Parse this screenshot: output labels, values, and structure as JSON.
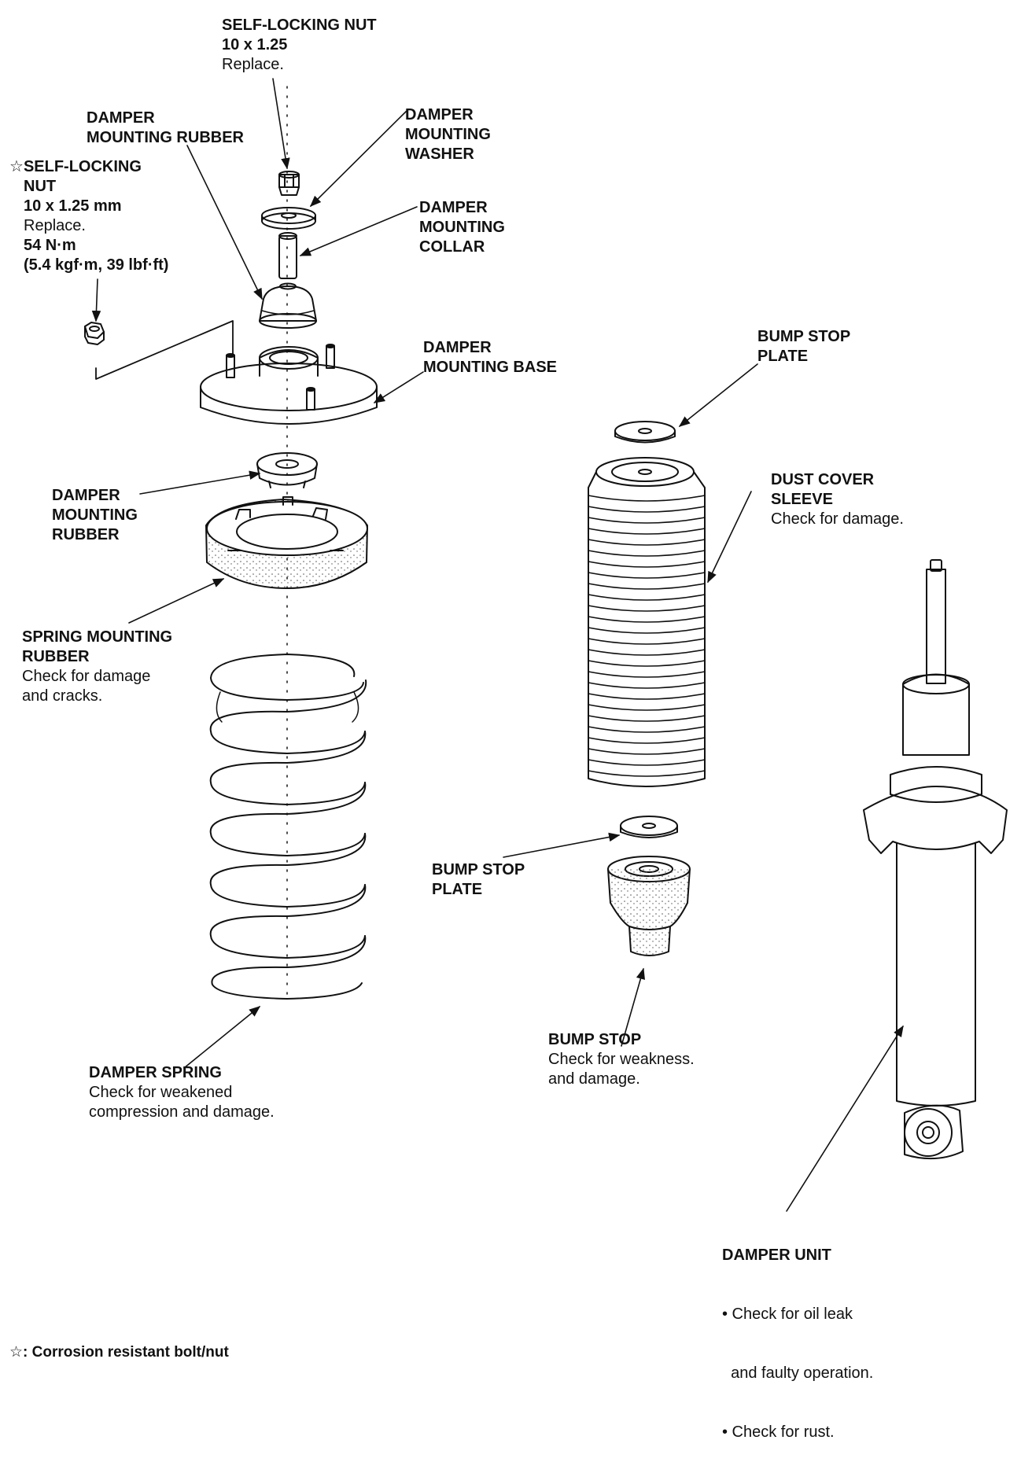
{
  "labels": {
    "top_nut": {
      "title": [
        "SELF-LOCKING NUT",
        "10 x 1.25"
      ],
      "notes": [
        "Replace."
      ]
    },
    "side_nut": {
      "star": "☆",
      "title": [
        "SELF-LOCKING",
        "NUT",
        "10 x 1.25 mm"
      ],
      "notes": [
        "Replace.",
        "54 N·m",
        "(5.4 kgf·m, 39 lbf·ft)"
      ]
    },
    "mount_rubber_upper": {
      "title": [
        "DAMPER",
        "MOUNTING RUBBER"
      ],
      "notes": []
    },
    "washer": {
      "title": [
        "DAMPER",
        "MOUNTING",
        "WASHER"
      ],
      "notes": []
    },
    "collar": {
      "title": [
        "DAMPER",
        "MOUNTING",
        "COLLAR"
      ],
      "notes": []
    },
    "base": {
      "title": [
        "DAMPER",
        "MOUNTING BASE"
      ],
      "notes": []
    },
    "mount_rubber_lower": {
      "title": [
        "DAMPER",
        "MOUNTING",
        "RUBBER"
      ],
      "notes": []
    },
    "spring_rubber": {
      "title": [
        "SPRING MOUNTING",
        "RUBBER"
      ],
      "notes": [
        "Check for damage",
        "and cracks."
      ]
    },
    "spring": {
      "title": [
        "DAMPER SPRING"
      ],
      "notes": [
        "Check for weakened",
        "compression and damage."
      ]
    },
    "bump_plate_top": {
      "title": [
        "BUMP STOP",
        "PLATE"
      ],
      "notes": []
    },
    "dust_cover": {
      "title": [
        "DUST COVER",
        "SLEEVE"
      ],
      "notes": [
        "Check for damage."
      ]
    },
    "bump_plate_low": {
      "title": [
        "BUMP STOP",
        "PLATE"
      ],
      "notes": []
    },
    "bump_stop": {
      "title": [
        "BUMP STOP"
      ],
      "notes": [
        "Check for weakness.",
        "and damage."
      ]
    },
    "damper_unit": {
      "title": [
        "DAMPER UNIT"
      ],
      "notes": [
        "• Check for oil leak",
        "  and faulty operation.",
        "• Check for rust."
      ]
    }
  },
  "footnote": {
    "star": "☆",
    "text": ": Corrosion resistant bolt/nut"
  }
}
